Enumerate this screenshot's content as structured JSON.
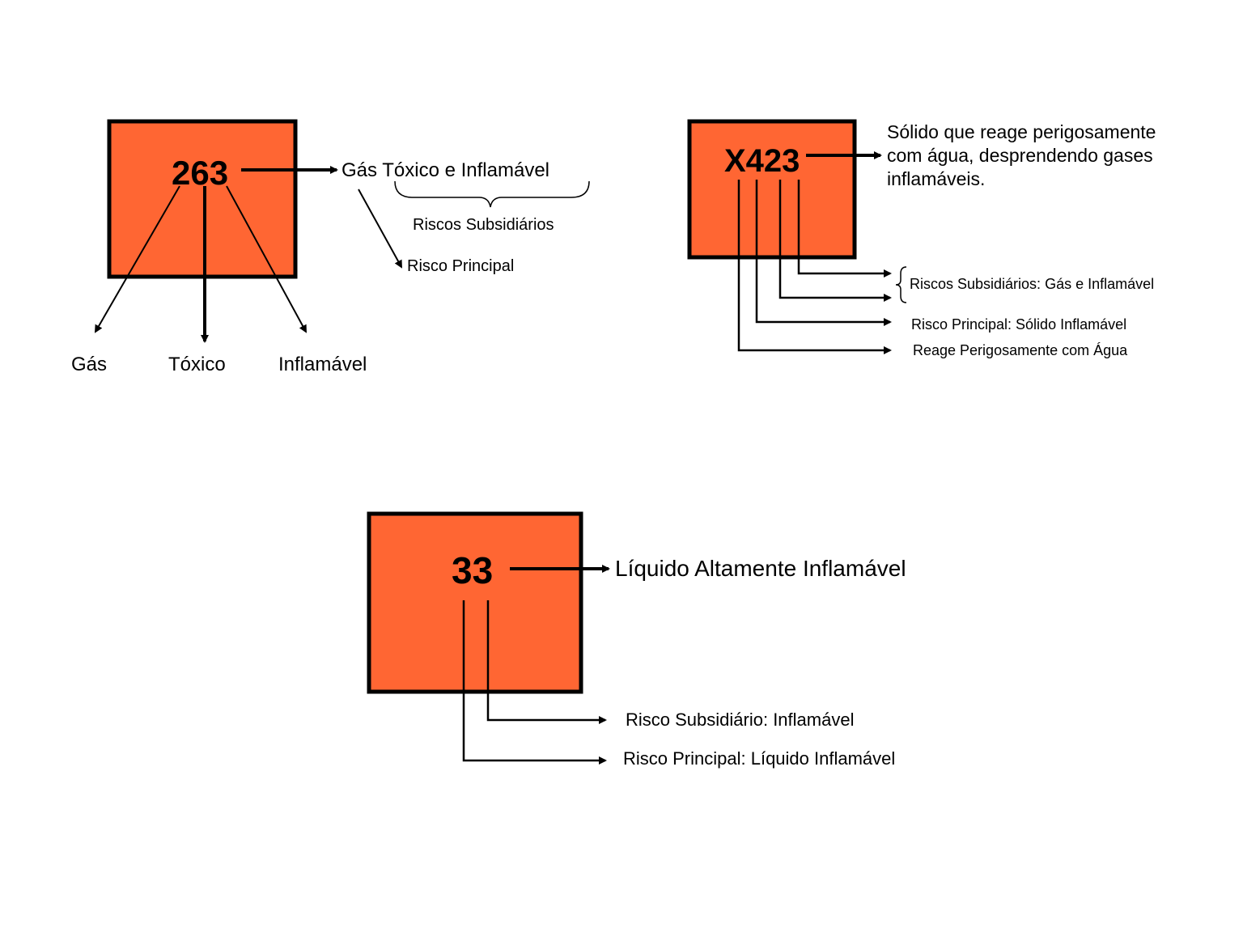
{
  "plate_color": "#ff6633",
  "border_color": "#000000",
  "diagram_263": {
    "code": "263",
    "meaning": "Gás Tóxico e Inflamável",
    "subsidiary_label": "Riscos Subsidiários",
    "principal_label": "Risco Principal",
    "digit_labels": [
      "Gás",
      "Tóxico",
      "Inflamável"
    ]
  },
  "diagram_x423": {
    "code": "X423",
    "meaning_lines": [
      "Sólido que reage perigosamente",
      "com água, desprendendo gases",
      "inflamáveis."
    ],
    "subsidiary_label": "Riscos Subsidiários: Gás e Inflamável",
    "principal_label": "Risco Principal: Sólido Inflamável",
    "water_label": "Reage Perigosamente com Água"
  },
  "diagram_33": {
    "code": "33",
    "meaning": "Líquido Altamente Inflamável",
    "subsidiary_label": "Risco Subsidiário: Inflamável",
    "principal_label": "Risco Principal: Líquido Inflamável"
  }
}
